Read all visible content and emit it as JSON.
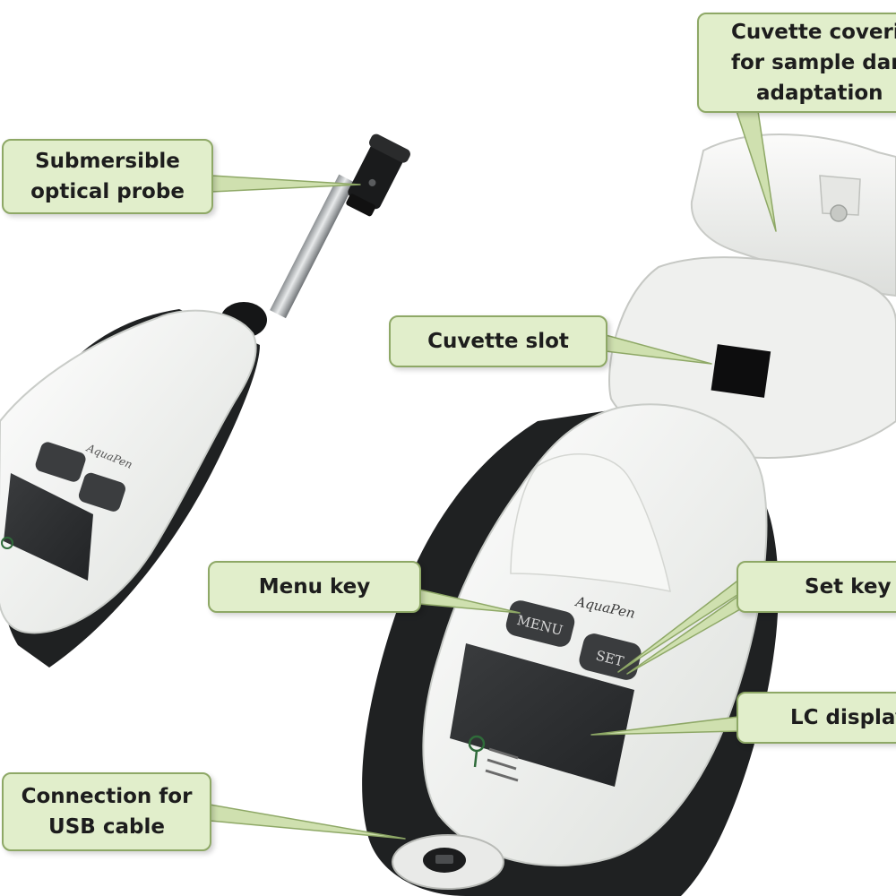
{
  "callouts": {
    "probe": {
      "line1": "Submersible",
      "line2": "optical probe"
    },
    "cover": {
      "line1": "Cuvette covering",
      "line2": "for sample dark",
      "line3": "adaptation"
    },
    "slot": {
      "text": "Cuvette slot"
    },
    "menu": {
      "text": "Menu key"
    },
    "set": {
      "text": "Set key"
    },
    "lcd": {
      "text": "LC display"
    },
    "usb": {
      "line1": "Connection for",
      "line2": "USB cable"
    }
  },
  "device": {
    "brand": "AquaPen",
    "menu_label": "MENU",
    "set_label": "SET"
  },
  "colors": {
    "callout_fill": "#e1eecb",
    "callout_border": "#8ea866",
    "body_white": "#eef0ec",
    "grip_dark": "#1f2122",
    "screen": "#2c2e30",
    "cover": "#f3f4f2",
    "logo_green": "#2f6b3a"
  }
}
